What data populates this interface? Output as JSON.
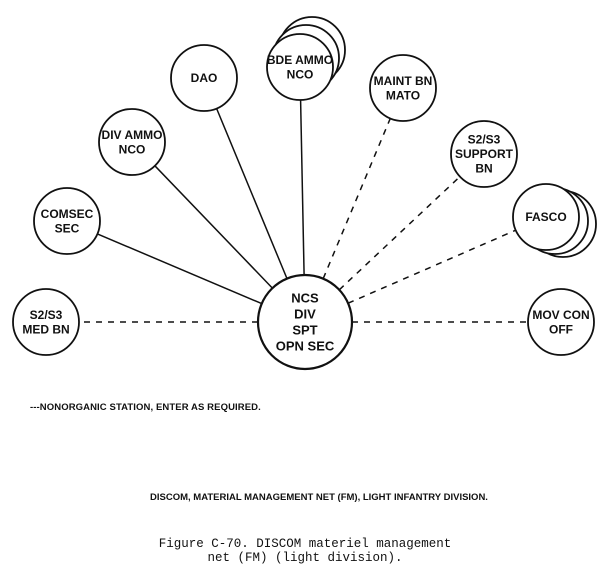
{
  "hub": {
    "id": "hub",
    "lines": [
      "NCS",
      "DIV",
      "SPT",
      "OPN SEC"
    ]
  },
  "stations": [
    {
      "id": "s2s3-med-bn",
      "lines": [
        "S2/S3",
        "MED BN"
      ],
      "link": "dashed",
      "stacked": false
    },
    {
      "id": "comsec-sec",
      "lines": [
        "COMSEC",
        "SEC"
      ],
      "link": "solid",
      "stacked": false
    },
    {
      "id": "div-ammo-nco",
      "lines": [
        "DIV AMMO",
        "NCO"
      ],
      "link": "solid",
      "stacked": false
    },
    {
      "id": "dao",
      "lines": [
        "DAO"
      ],
      "link": "solid",
      "stacked": false
    },
    {
      "id": "bde-ammo-nco",
      "lines": [
        "BDE AMMO",
        "NCO"
      ],
      "link": "solid",
      "stacked": true
    },
    {
      "id": "maint-bn-mato",
      "lines": [
        "MAINT BN",
        "MATO"
      ],
      "link": "dashed",
      "stacked": false
    },
    {
      "id": "s2s3-support-bn",
      "lines": [
        "S2/S3",
        "SUPPORT",
        "BN"
      ],
      "link": "dashed",
      "stacked": false
    },
    {
      "id": "fasco",
      "lines": [
        "FASCO"
      ],
      "link": "dashed",
      "stacked": true
    },
    {
      "id": "mov-con-off",
      "lines": [
        "MOV CON",
        "OFF"
      ],
      "link": "dashed",
      "stacked": false
    }
  ],
  "legend": "---NONORGANIC STATION, ENTER AS REQUIRED.",
  "subtitle": "DISCOM, MATERIAL MANAGEMENT NET (FM), LIGHT INFANTRY DIVISION.",
  "caption": "Figure C-70. DISCOM materiel management\nnet (FM) (light division)."
}
